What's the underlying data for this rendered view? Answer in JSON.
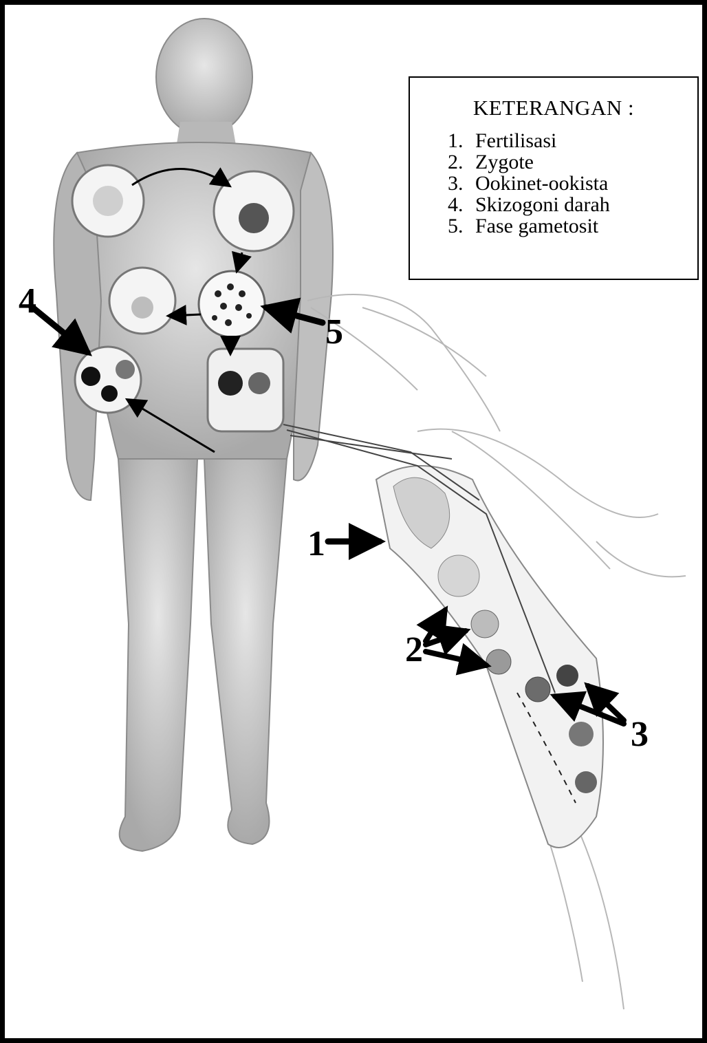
{
  "legend": {
    "title": "KETERANGAN :",
    "items": [
      {
        "number": "1.",
        "label": "Fertilisasi"
      },
      {
        "number": "2.",
        "label": "Zygote"
      },
      {
        "number": "3.",
        "label": "Ookinet-ookista"
      },
      {
        "number": "4.",
        "label": "Skizogoni darah"
      },
      {
        "number": "5.",
        "label": "Fase gametosit"
      }
    ]
  },
  "callouts": {
    "c1": "1",
    "c2": "2",
    "c3": "3",
    "c4": "4",
    "c5": "5"
  },
  "colors": {
    "border": "#000000",
    "figure_shade": "#c8c8c8",
    "background": "#ffffff"
  }
}
